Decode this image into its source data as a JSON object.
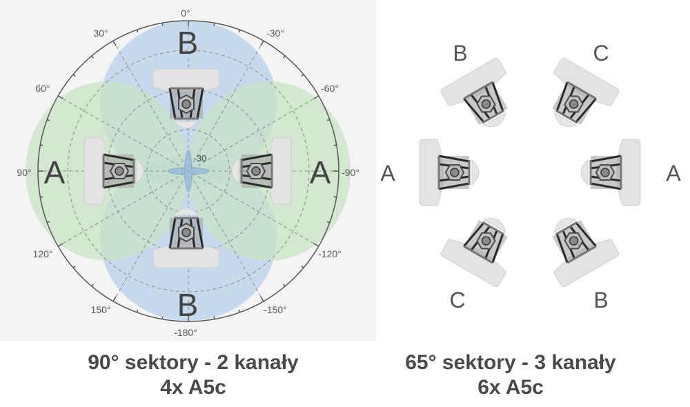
{
  "polar_diagram": {
    "angle_labels": [
      "0°",
      "30°",
      "-30°",
      "60°",
      "-60°",
      "90°",
      "-90°",
      "120°",
      "-120°",
      "150°",
      "-150°",
      "-180°"
    ],
    "radial_label": "-30",
    "sector_labels": {
      "top": "B",
      "bottom": "B",
      "left": "A",
      "right": "A"
    },
    "colors": {
      "lobe_blue": "#a9c9ea",
      "lobe_green": "#bfe0b9"
    }
  },
  "ring_diagram": {
    "labels": [
      "A",
      "B",
      "C",
      "A",
      "B",
      "C"
    ]
  },
  "captions": {
    "left_line1": "90° sektory - 2 kanały",
    "left_line2": "4x A5c",
    "right_line1": "65° sektory - 3 kanały",
    "right_line2": "6x A5c"
  }
}
